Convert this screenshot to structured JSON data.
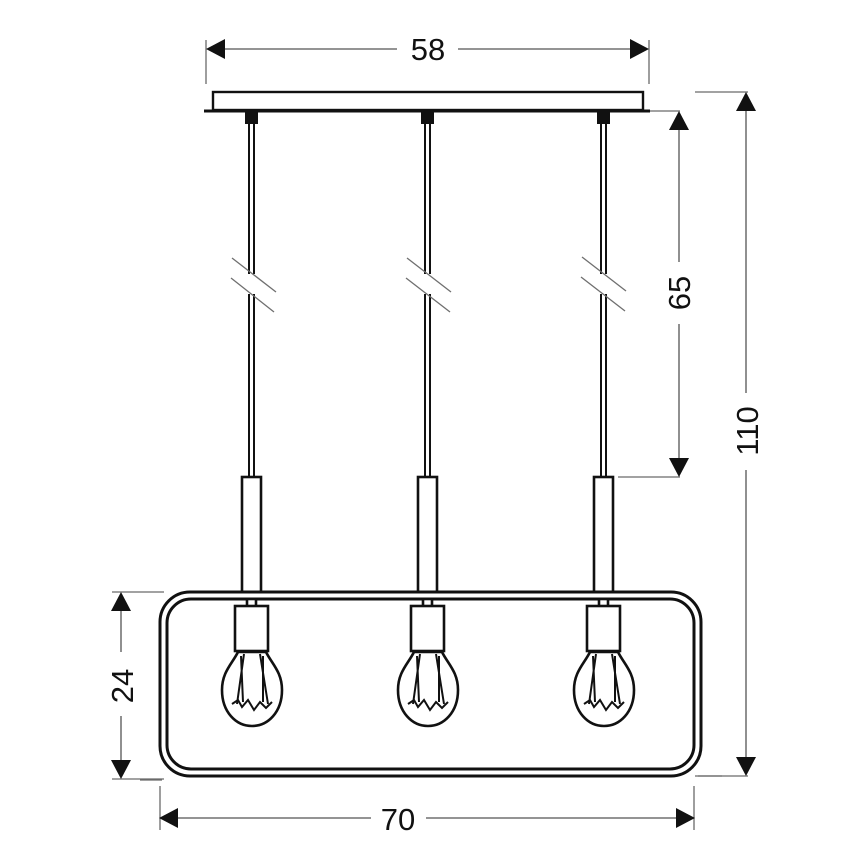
{
  "drawing": {
    "title": "Pendant lamp dimension drawing",
    "units": "cm",
    "colors": {
      "line": "#111111",
      "dimension_line": "#555555",
      "background": "#ffffff"
    },
    "dimensions": {
      "canopy_width": "58",
      "cable_length": "65",
      "total_height": "110",
      "frame_height": "24",
      "frame_width": "70"
    },
    "components": {
      "canopy": "ceiling-canopy",
      "pendants": [
        {
          "id": "pendant-left",
          "bulb": "filament-bulb"
        },
        {
          "id": "pendant-center",
          "bulb": "filament-bulb"
        },
        {
          "id": "pendant-right",
          "bulb": "filament-bulb"
        }
      ],
      "frame": "rounded-rectangle-frame"
    }
  }
}
